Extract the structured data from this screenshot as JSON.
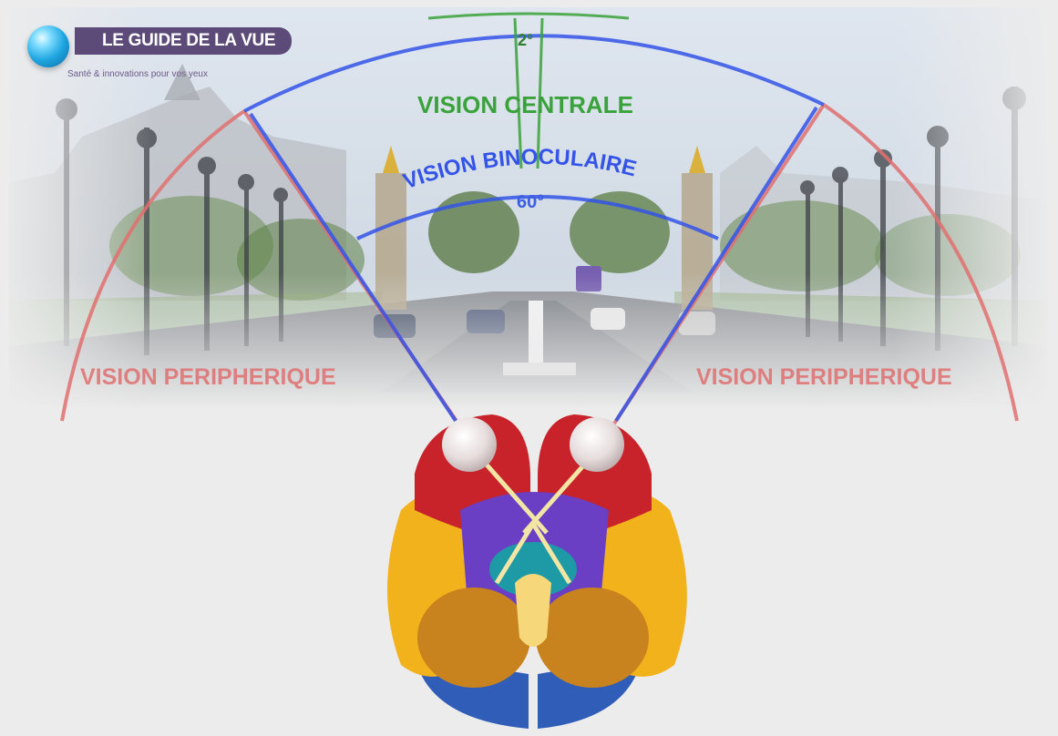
{
  "logo": {
    "title": "LE GUIDE DE LA VUE",
    "tagline": "Santé & innovations pour vos yeux"
  },
  "labels": {
    "central_angle": "2°",
    "central_vision": "VISION CENTRALE",
    "binocular_vision": "VISION BINOCULAIRE",
    "binocular_angle": "60°",
    "peripheral_left": "VISION PERIPHERIQUE",
    "peripheral_right": "VISION PERIPHERIQUE"
  },
  "colors": {
    "central": "#3aa23a",
    "binocular": "#3454e8",
    "peripheral": "#e07070",
    "logo_badge": "#5c4a78"
  },
  "icons": {
    "logo": "eye-ball-icon"
  }
}
